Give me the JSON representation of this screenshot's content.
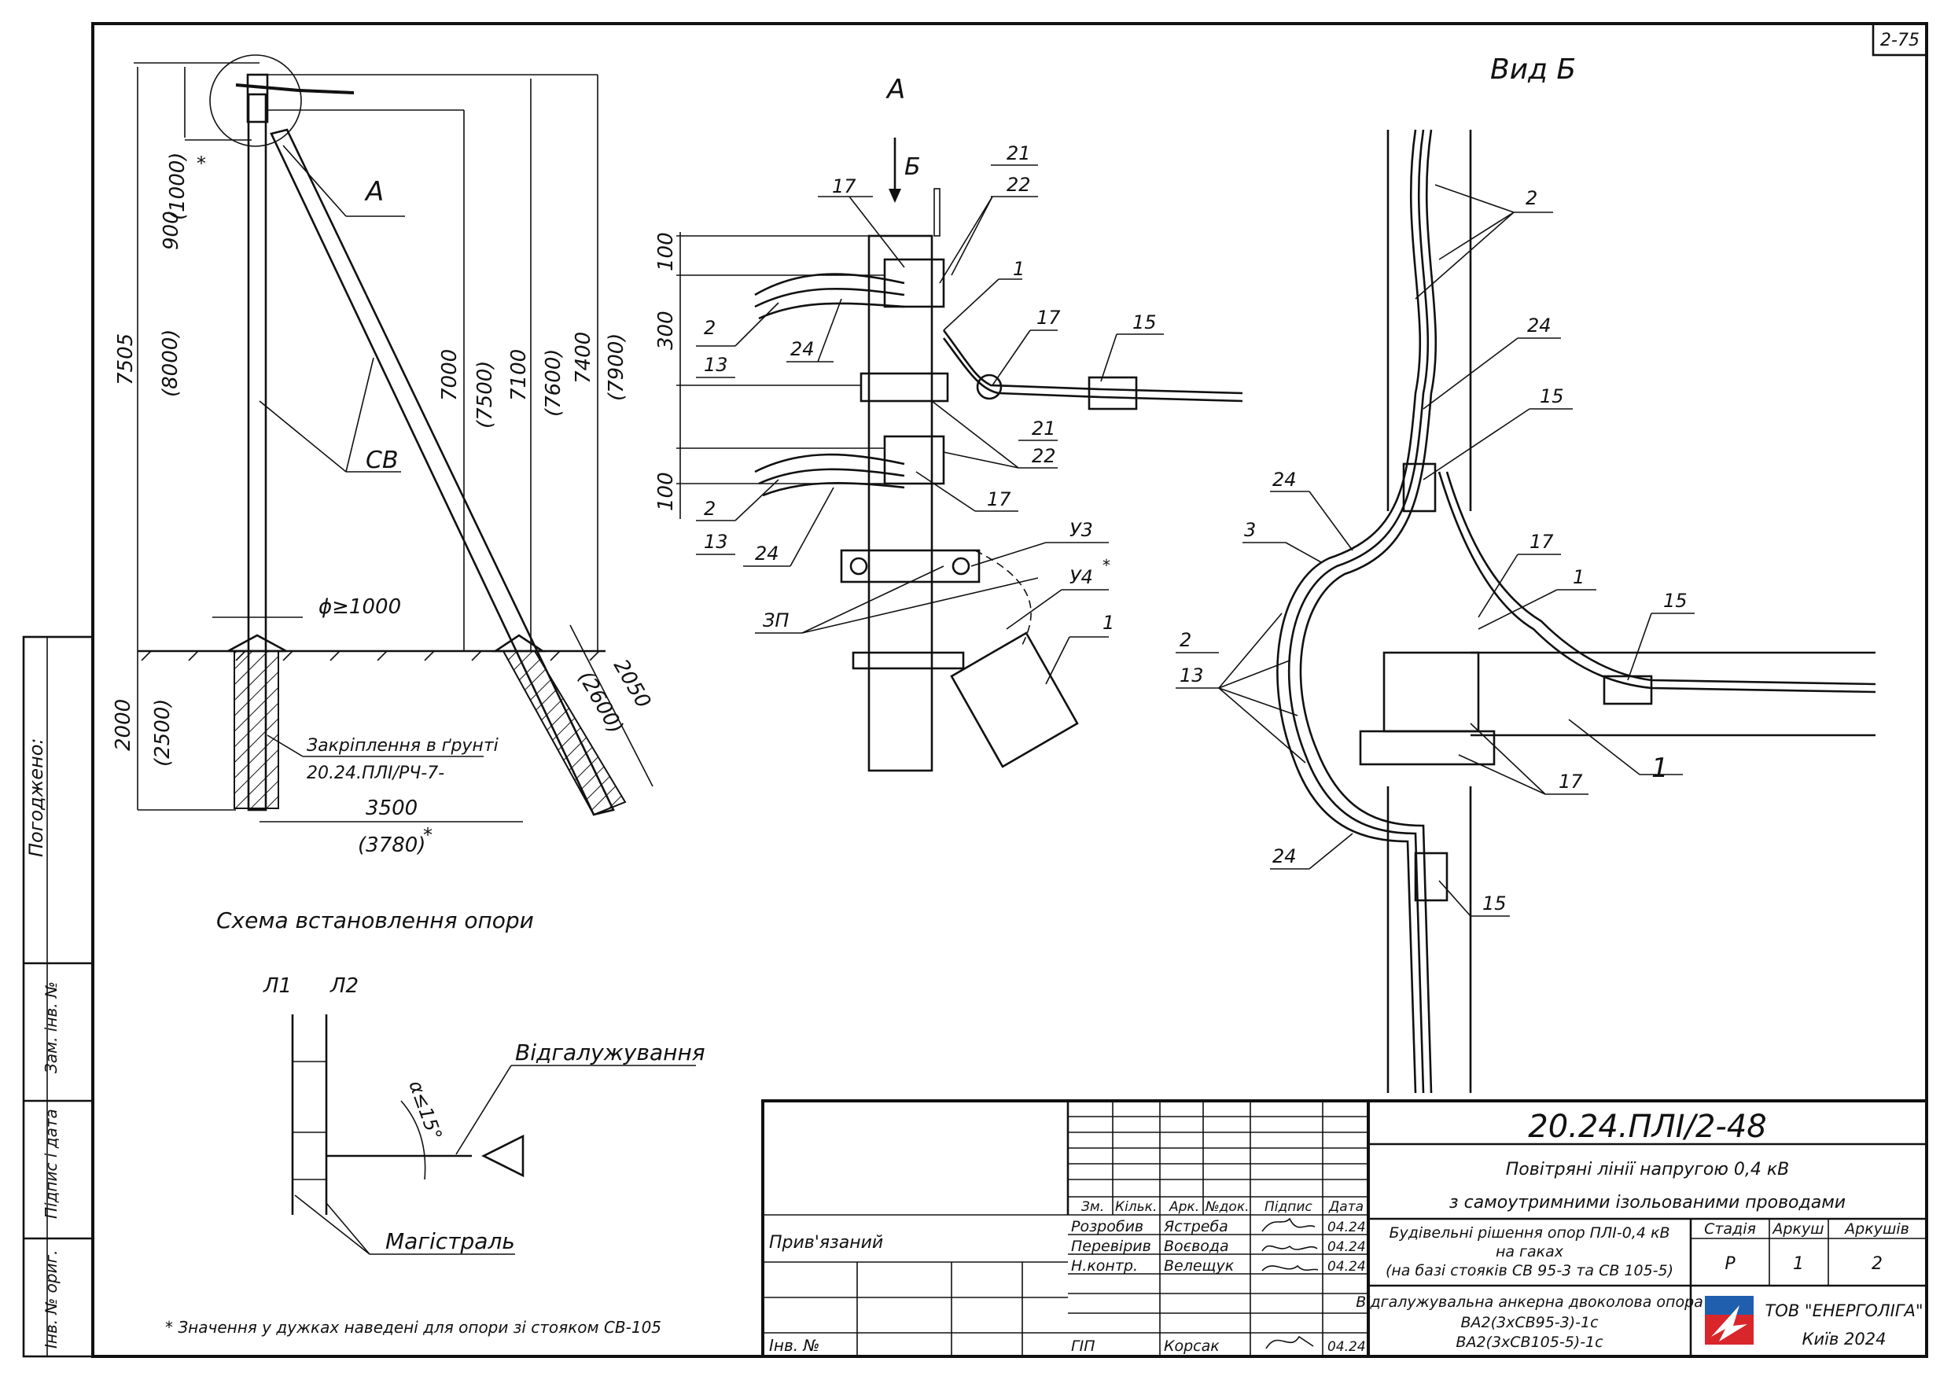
{
  "sheet_code": "2-75",
  "view_a_label": "А",
  "view_b_title": "Вид Б",
  "arrow_b_label": "Б",
  "schema": {
    "caption": "Схема встановлення опори",
    "dims": {
      "d900": "900",
      "d1000": "(1000)",
      "d7505": "7505",
      "d8000": "(8000)",
      "d7000": "7000",
      "d7500": "(7500)",
      "d7100": "7100",
      "d7600": "(7600)",
      "d7400": "7400",
      "d7900": "(7900)",
      "d2000": "2000",
      "d2500": "(2500)",
      "d3500": "3500",
      "d3780": "(3780)",
      "d2050": "2050",
      "d2600": "(2600)",
      "diam": "ϕ≥1000",
      "star": "*"
    },
    "labels": {
      "a": "А",
      "sv": "СВ",
      "soil_fix": "Закріплення в ґрунті",
      "soil_doc": "20.24.ПЛІ/РЧ-7-"
    }
  },
  "detail_a": {
    "dims": {
      "d100a": "100",
      "d300": "300",
      "d100b": "100"
    },
    "callouts": {
      "c17a": "17",
      "c21a": "21",
      "c22a": "22",
      "c1a": "1",
      "c17b": "17",
      "c15": "15",
      "c2a": "2",
      "c13a": "13",
      "c24a": "24",
      "c21b": "21",
      "c22b": "22",
      "c17c": "17",
      "c2b": "2",
      "c13b": "13",
      "c24b": "24",
      "cu3": "У3",
      "cu4": "У4",
      "c3p": "ЗП",
      "c1b": "1"
    }
  },
  "view_b": {
    "callouts": {
      "c2": "2",
      "c24a": "24",
      "c15a": "15",
      "c24b": "24",
      "c3": "3",
      "c17a": "17",
      "c1a": "1",
      "c15b": "15",
      "c2b": "2",
      "c13": "13",
      "c1b": "1",
      "c17b": "17",
      "c24c": "24",
      "c15c": "15"
    }
  },
  "branch_schema": {
    "l1": "Л1",
    "l2": "Л2",
    "branching": "Відгалужування",
    "angle": "α≤15°",
    "main": "Магістраль"
  },
  "footnote": "* Значення у дужках наведені для опори зі стояком СВ-105",
  "side_stamp": {
    "agreed": "Погоджено:",
    "replace_inv": "Зам. інв. №",
    "sign_date": "Підпис і дата",
    "inv_orig": "Інв. № ориг."
  },
  "title_block": {
    "doc_number": "20.24.ПЛІ/2-48",
    "project_line1": "Повітряні лінії напругою 0,4 кВ",
    "project_line2": "з самоутримними ізольованими проводами",
    "section_line1": "Будівельні рішення опор ПЛІ-0,4 кВ",
    "section_line2": "на гаках",
    "section_line3": "(на базі стояків СВ 95-3 та СВ 105-5)",
    "drawing_line1": "Відгалужувальна анкерна двоколова опора",
    "drawing_line2": "ВА2(3хСВ95-3)-1с",
    "drawing_line3": "ВА2(3хСВ105-5)-1с",
    "company": "ТОВ \"ЕНЕРГОЛІГА\"",
    "city_year": "Київ 2024",
    "header": {
      "zm": "Зм.",
      "kilk": "Кільк.",
      "ark": "Арк.",
      "ndok": "№док.",
      "pidpys": "Підпис",
      "data": "Дата"
    },
    "stage_h": "Стадія",
    "sheet_h": "Аркуш",
    "sheets_h": "Аркушів",
    "stage": "Р",
    "sheet": "1",
    "sheets": "2",
    "bound": "Прив'язаний",
    "inv_no": "Інв. №",
    "staff": [
      {
        "role": "Розробив",
        "name": "Ястреба",
        "date": "04.24"
      },
      {
        "role": "Перевірив",
        "name": "Воєвода",
        "date": "04.24"
      },
      {
        "role": "Н.контр.",
        "name": "Велещук",
        "date": "04.24"
      },
      {
        "role": "ГІП",
        "name": "Корсак",
        "date": "04.24"
      }
    ]
  }
}
